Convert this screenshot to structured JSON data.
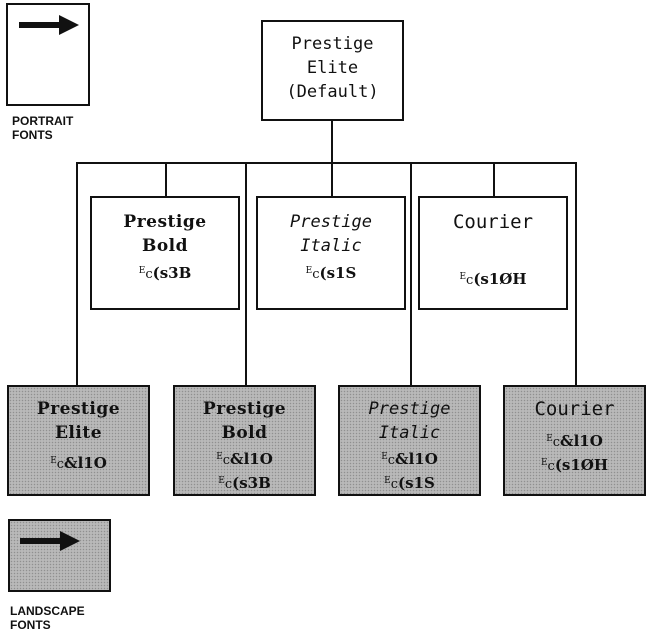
{
  "legend": {
    "portrait_line1": "PORTRAIT",
    "portrait_line2": "FONTS",
    "landscape_line1": "LANDSCAPE",
    "landscape_line2": "FONTS"
  },
  "root": {
    "line1": "Prestige",
    "line2": "Elite",
    "line3": "(Default)"
  },
  "portrait": [
    {
      "line1": "Prestige",
      "line2": "Bold",
      "cmd_esc": "E",
      "cmd_c": "c",
      "cmd": "(s3B"
    },
    {
      "line1": "Prestige",
      "line2": "Italic",
      "cmd_esc": "E",
      "cmd_c": "c",
      "cmd": "(s1S"
    },
    {
      "line1": "Courier",
      "cmd_esc": "E",
      "cmd_c": "c",
      "cmd": "(s1ØH"
    }
  ],
  "landscape": [
    {
      "line1": "Prestige",
      "line2": "Elite",
      "cmd1_esc": "E",
      "cmd1_c": "c",
      "cmd1": "&l1O"
    },
    {
      "line1": "Prestige",
      "line2": "Bold",
      "cmd1_esc": "E",
      "cmd1_c": "c",
      "cmd1": "&l1O",
      "cmd2_esc": "E",
      "cmd2_c": "c",
      "cmd2": "(s3B"
    },
    {
      "line1": "Prestige",
      "line2": "Italic",
      "cmd1_esc": "E",
      "cmd1_c": "c",
      "cmd1": "&l1O",
      "cmd2_esc": "E",
      "cmd2_c": "c",
      "cmd2": "(s1S"
    },
    {
      "line1": "Courier",
      "cmd1_esc": "E",
      "cmd1_c": "c",
      "cmd1": "&l1O",
      "cmd2_esc": "E",
      "cmd2_c": "c",
      "cmd2": "(s1ØH"
    }
  ]
}
